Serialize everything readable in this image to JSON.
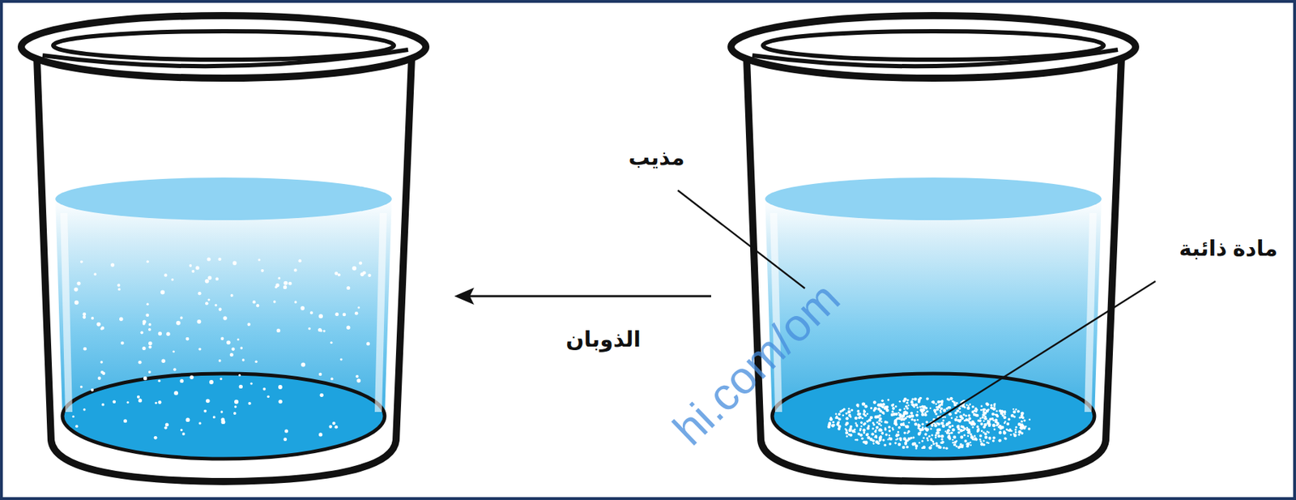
{
  "diagram": {
    "labels": [
      "مذيب",
      "مادة ذائبة",
      "الذوبان",
      "hi.com/om"
    ]
  }
}
